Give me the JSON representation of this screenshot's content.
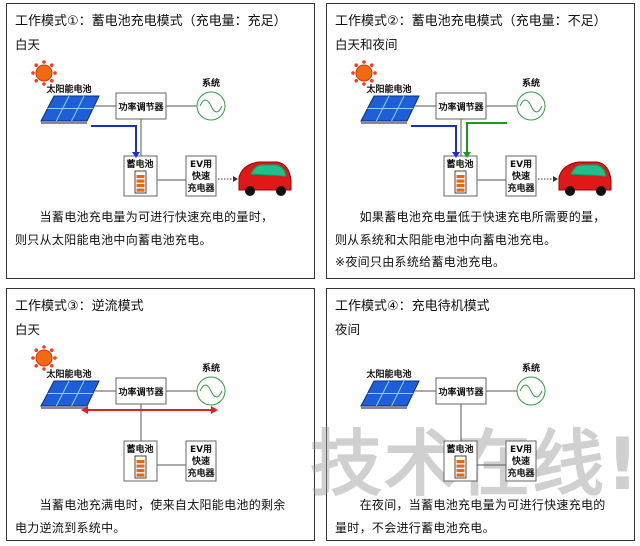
{
  "labels": {
    "solar": "太阳能电池",
    "pcs": "功率调节器",
    "grid": "系统",
    "battery": "蓄电池",
    "ev1": "EV用",
    "ev2": "快速",
    "ev3": "充电器"
  },
  "panels": [
    {
      "title": "工作模式①：蓄电池充电模式（充电量：充足）",
      "time": "白天",
      "sun": true,
      "car": true,
      "lines": [
        "　　当蓄电池充电量为可进行快速充电的量时，",
        "则只从太阳能电池中向蓄电池充电。"
      ],
      "note": ""
    },
    {
      "title": "工作模式②：蓄电池充电模式（充电量：不足）",
      "time": "白天和夜间",
      "sun": true,
      "car": true,
      "lines": [
        "　　如果蓄电池充电量低于快速充电所需要的量，",
        "则从系统和太阳能电池中向蓄电池充电。"
      ],
      "note": "※夜间只由系统给蓄电池充电。"
    },
    {
      "title": "工作模式③：逆流模式",
      "time": "白天",
      "sun": true,
      "car": false,
      "lines": [
        "　　当蓄电池充满电时，使来自太阳能电池的剩余",
        "电力逆流到系统中。"
      ],
      "note": ""
    },
    {
      "title": "工作模式④：充电待机模式",
      "time": "夜间",
      "sun": false,
      "car": false,
      "lines": [
        "　　在夜间，当蓄电池充电量为可进行快速充电的",
        "量时，不会进行蓄电池充电。"
      ],
      "note": ""
    }
  ],
  "colors": {
    "solar_flow": "#1a2fd0",
    "grid_flow": "#1e9a1e",
    "reverse_flow": "#e02020"
  },
  "watermark": "技术在线!"
}
